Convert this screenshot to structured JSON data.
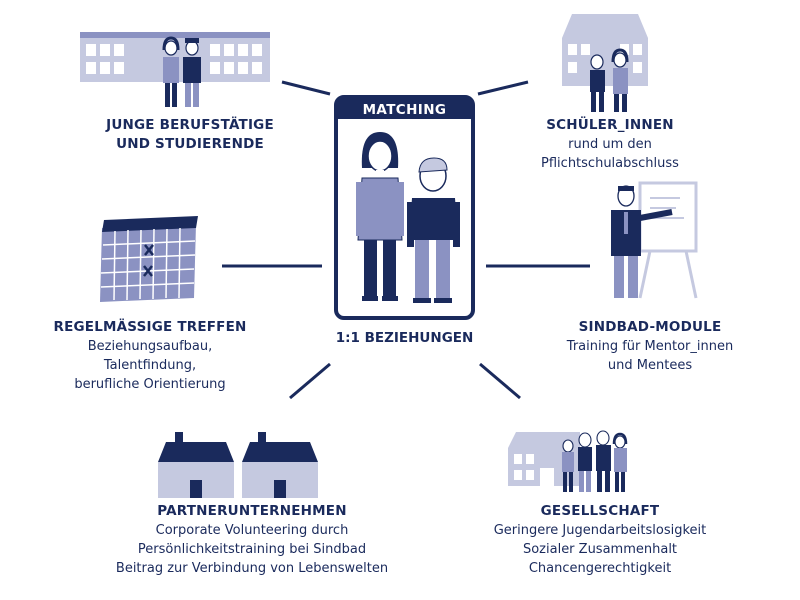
{
  "center": {
    "title": "MATCHING",
    "caption": "1:1 BEZIEHUNGEN"
  },
  "nodes": {
    "junge": {
      "lines": [
        "JUNGE BERUFSTÄTIGE",
        "UND STUDIERENDE"
      ]
    },
    "schueler": {
      "title": "SCHÜLER_INNEN",
      "lines": [
        "rund um den",
        "Pflichtschulabschluss"
      ]
    },
    "treffen": {
      "title": "REGELMÄSSIGE TREFFEN",
      "lines": [
        "Beziehungsaufbau,",
        "Talentfindung,",
        "berufliche Orientierung"
      ]
    },
    "module": {
      "title": "SINDBAD-MODULE",
      "lines": [
        "Training für Mentor_innen",
        "und Mentees"
      ]
    },
    "partner": {
      "title": "PARTNERUNTERNEHMEN",
      "lines": [
        "Corporate Volunteering durch",
        "Persönlichkeitstraining bei Sindbad",
        "Beitrag zur Verbindung von Lebenswelten"
      ]
    },
    "gesellschaft": {
      "title": "GESELLSCHAFT",
      "lines": [
        "Geringere Jugendarbeitslosigkeit",
        "Sozialer Zusammenhalt",
        "Chancengerechtigkeit"
      ]
    }
  },
  "colors": {
    "navy": "#1a2a5c",
    "light": "#c5c9e0",
    "mid": "#8b92c2",
    "skin": "#ffffff"
  }
}
